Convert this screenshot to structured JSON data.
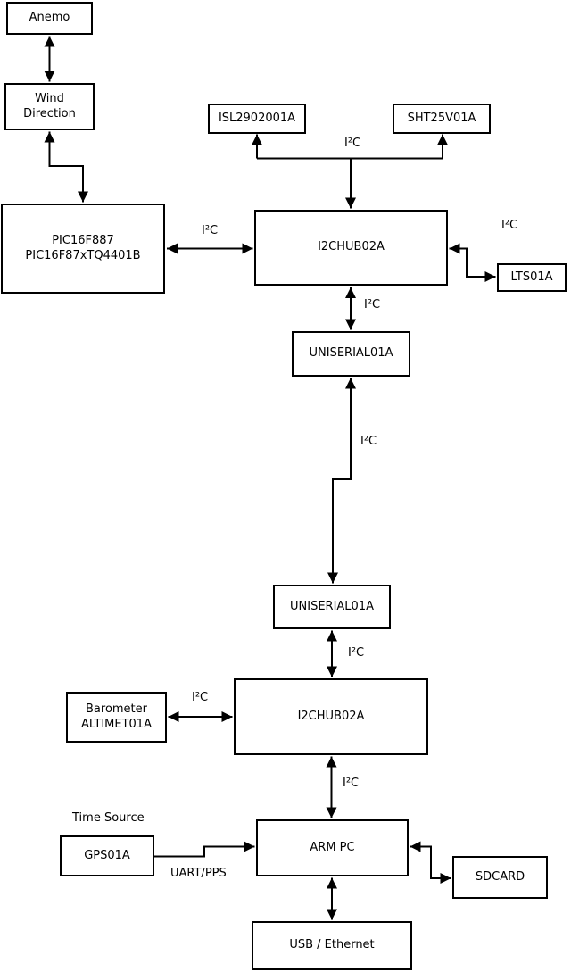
{
  "diagram": {
    "background": "#ffffff",
    "line_color": "#000000",
    "boxes": {
      "anemo": {
        "label": "Anemo"
      },
      "wind_direction": {
        "label": "Wind\nDirection"
      },
      "pic": {
        "label": "PIC16F887\nPIC16F87xTQ4401B"
      },
      "isl": {
        "label": "ISL2902001A"
      },
      "sht": {
        "label": "SHT25V01A"
      },
      "i2chub_top": {
        "label": "I2CHUB02A"
      },
      "lts": {
        "label": "LTS01A"
      },
      "uniserial_upper": {
        "label": "UNISERIAL01A"
      },
      "uniserial_lower": {
        "label": "UNISERIAL01A"
      },
      "i2chub_bottom": {
        "label": "I2CHUB02A"
      },
      "barometer": {
        "label": "Barometer\nALTIMET01A"
      },
      "gps": {
        "label": "GPS01A"
      },
      "arm_pc": {
        "label": "ARM PC"
      },
      "sdcard": {
        "label": "SDCARD"
      },
      "usb_ethernet": {
        "label": "USB / Ethernet"
      }
    },
    "bus_labels": {
      "i2c": "I²C",
      "uart_pps": "UART/PPS",
      "time_source": "Time Source"
    }
  }
}
